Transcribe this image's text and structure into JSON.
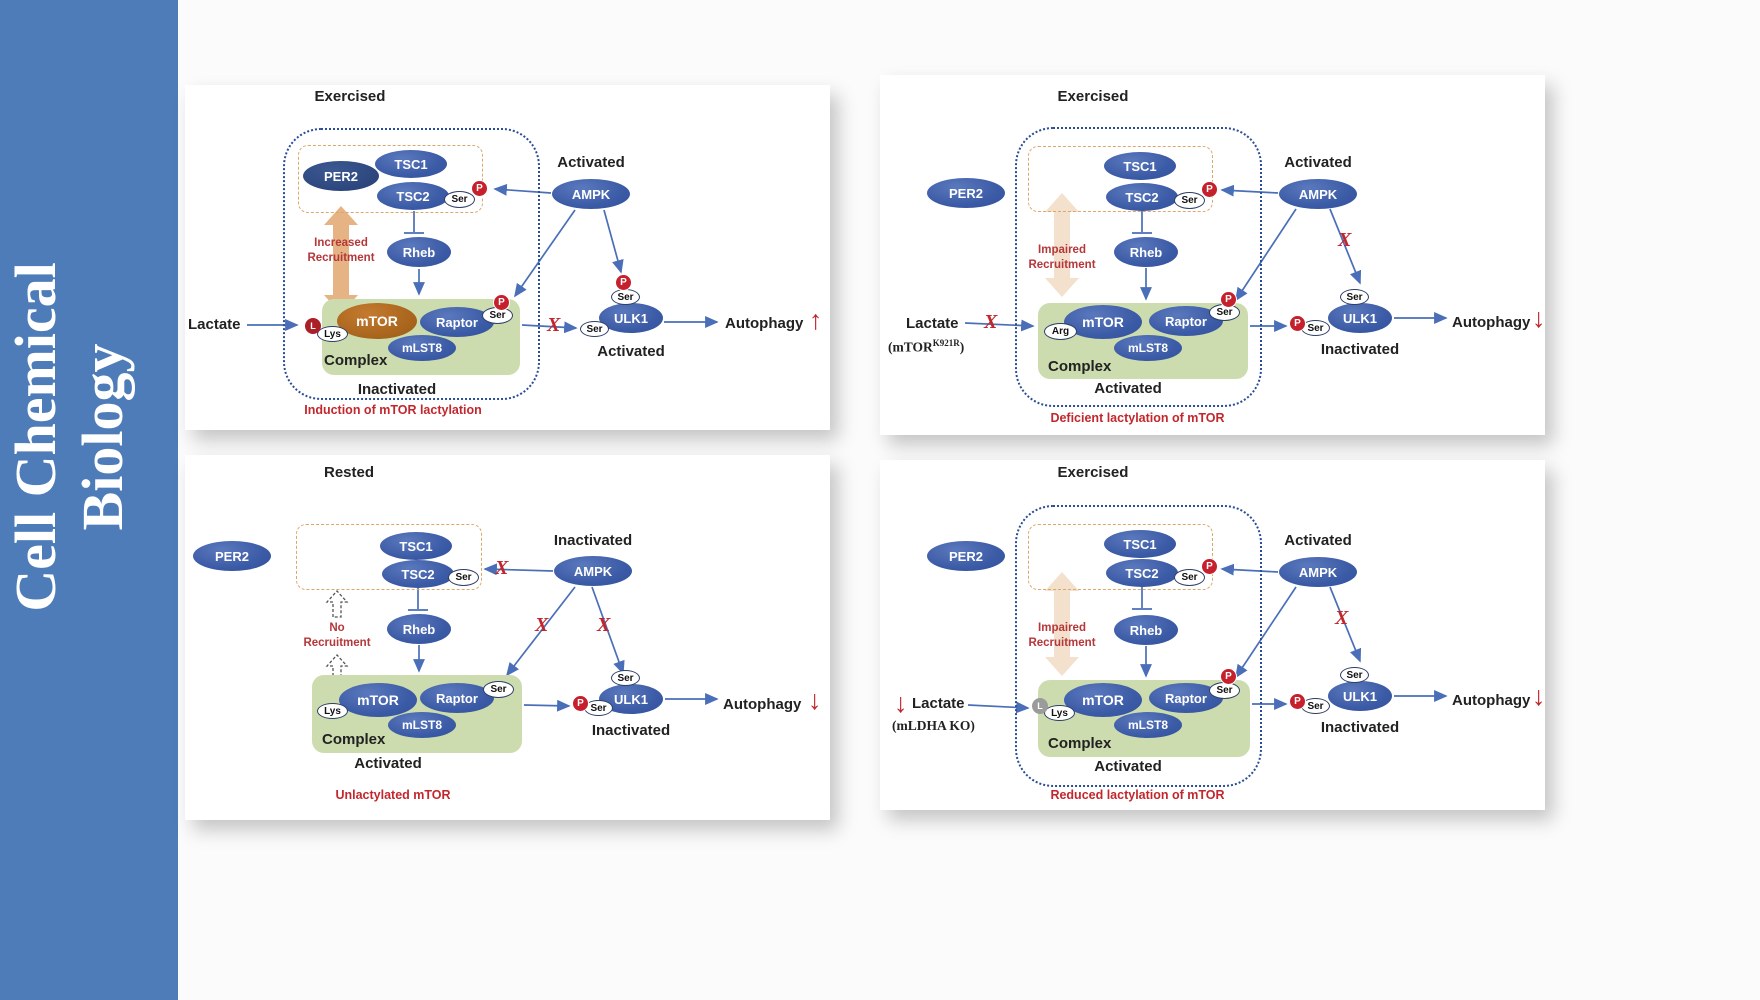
{
  "sidebar": {
    "line1": "Cell Chemical",
    "line2": "Biology"
  },
  "common": {
    "per2": "PER2",
    "tsc1": "TSC1",
    "tsc2": "TSC2",
    "rheb": "Rheb",
    "mtor": "mTOR",
    "raptor": "Raptor",
    "mlst8": "mLST8",
    "ampk": "AMPK",
    "ulk1": "ULK1",
    "complex": "Complex",
    "ser": "Ser",
    "p": "P",
    "lys": "Lys",
    "arg": "Arg",
    "l": "L",
    "autophagy": "Autophagy",
    "x_mark": "X"
  },
  "panels": [
    {
      "title": "Exercised",
      "ampk_state": "Activated",
      "recruitment_line1": "Increased",
      "recruitment_line2": "Recruitment",
      "lactate": "Lactate",
      "complex_state": "Inactivated",
      "ulk1_state": "Activated",
      "autophagy_arrow": "↑",
      "caption": "Induction of mTOR lactylation"
    },
    {
      "title": "Exercised",
      "ampk_state": "Activated",
      "recruitment_line1": "Impaired",
      "recruitment_line2": "Recruitment",
      "lactate": "Lactate",
      "mutant_base": "(mTOR",
      "mutant_sup": "K921R",
      "mutant_end": ")",
      "complex_state": "Activated",
      "ulk1_state": "Inactivated",
      "autophagy_arrow": "↓",
      "caption": "Deficient lactylation of mTOR"
    },
    {
      "title": "Rested",
      "ampk_state": "Inactivated",
      "recruitment_line1": "No",
      "recruitment_line2": "Recruitment",
      "complex_state": "Activated",
      "ulk1_state": "Inactivated",
      "autophagy_arrow": "↓",
      "caption": "Unlactylated mTOR"
    },
    {
      "title": "Exercised",
      "ampk_state": "Activated",
      "recruitment_line1": "Impaired",
      "recruitment_line2": "Recruitment",
      "lactate": "Lactate",
      "lactate_note": "(mLDHA KO)",
      "lactate_arrow": "↓",
      "complex_state": "Activated",
      "ulk1_state": "Inactivated",
      "autophagy_arrow": "↓",
      "caption": "Reduced lactylation of mTOR"
    }
  ]
}
